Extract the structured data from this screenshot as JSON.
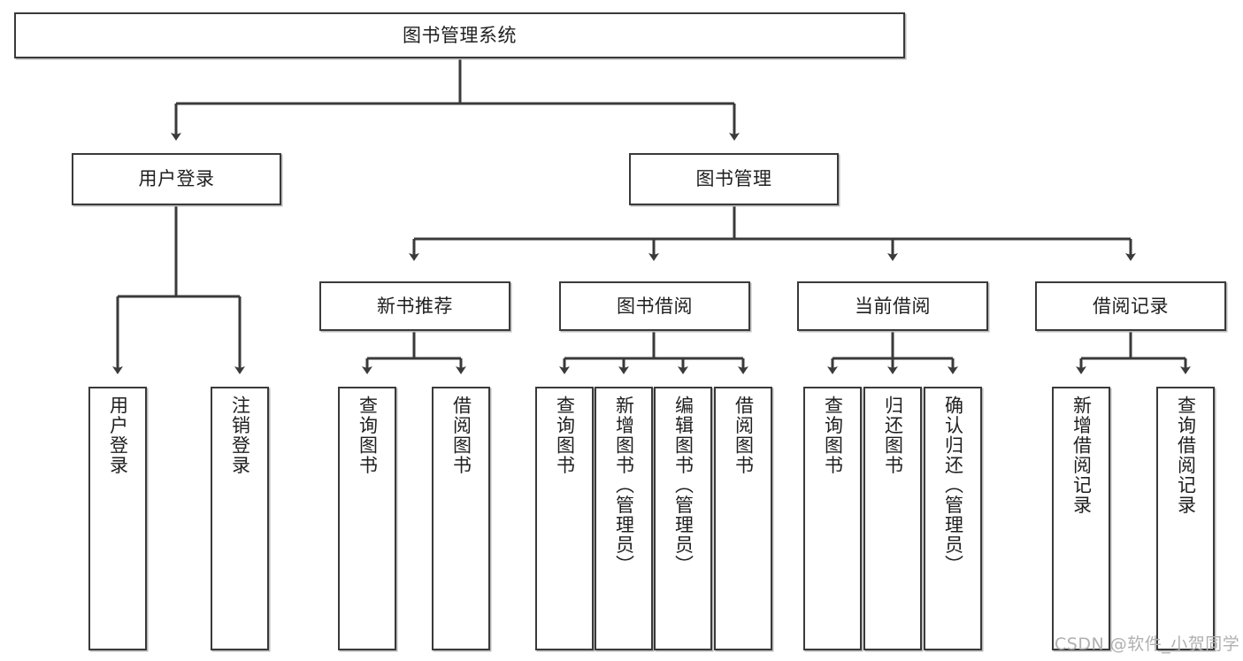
{
  "diagram": {
    "title": "图书管理系统",
    "watermark": "CSDN @软件_小贺同学",
    "line_color": "#3a3a3a",
    "box_fill": "#ffffff",
    "text_color": "#1f1f1f",
    "watermark_color": "#b0b0b0"
  },
  "root": {
    "label": "图书管理系统"
  },
  "level2": [
    {
      "label": "用户登录"
    },
    {
      "label": "图书管理"
    }
  ],
  "level3": [
    {
      "label": "新书推荐"
    },
    {
      "label": "图书借阅"
    },
    {
      "label": "当前借阅"
    },
    {
      "label": "借阅记录"
    }
  ],
  "leaves": {
    "user_login": [
      {
        "label": "用户登录"
      },
      {
        "label": "注销登录"
      }
    ],
    "new_book_recommend": [
      {
        "label": "查询图书"
      },
      {
        "label": "借阅图书"
      }
    ],
    "book_borrow": [
      {
        "label": "查询图书"
      },
      {
        "label": "新增图书（管理员）"
      },
      {
        "label": "编辑图书（管理员）"
      },
      {
        "label": "借阅图书"
      }
    ],
    "current_borrow": [
      {
        "label": "查询图书"
      },
      {
        "label": "归还图书"
      },
      {
        "label": "确认归还（管理员）"
      }
    ],
    "borrow_record": [
      {
        "label": "新增借阅记录"
      },
      {
        "label": "查询借阅记录"
      }
    ]
  }
}
